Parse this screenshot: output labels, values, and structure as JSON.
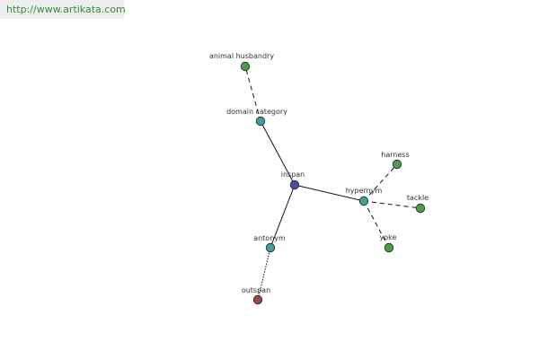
{
  "watermark": {
    "url_text": "http://www.artikata.com"
  },
  "graph": {
    "center": "inspan",
    "nodes": [
      {
        "id": "inspan",
        "label": "inspan",
        "kind": "center",
        "color": "#4a4f9a"
      },
      {
        "id": "domain",
        "label": "domain category",
        "kind": "relation",
        "color": "#3f9e9a"
      },
      {
        "id": "animal",
        "label": "animal husbandry",
        "kind": "term",
        "color": "#4f9a4a"
      },
      {
        "id": "hypernym",
        "label": "hypernym",
        "kind": "relation",
        "color": "#3f9e9a"
      },
      {
        "id": "harness",
        "label": "harness",
        "kind": "term",
        "color": "#4f9a4a"
      },
      {
        "id": "tackle",
        "label": "tackle",
        "kind": "term",
        "color": "#4f9a4a"
      },
      {
        "id": "yoke",
        "label": "yoke",
        "kind": "term",
        "color": "#4f9a4a"
      },
      {
        "id": "antonym",
        "label": "antonym",
        "kind": "relation",
        "color": "#3f9e9a"
      },
      {
        "id": "outspan",
        "label": "outspan",
        "kind": "term",
        "color": "#9a4a4a"
      }
    ],
    "edges": [
      {
        "from": "inspan",
        "to": "domain",
        "style": "solid"
      },
      {
        "from": "domain",
        "to": "animal",
        "style": "dashed"
      },
      {
        "from": "inspan",
        "to": "hypernym",
        "style": "solid"
      },
      {
        "from": "hypernym",
        "to": "harness",
        "style": "dashed"
      },
      {
        "from": "hypernym",
        "to": "tackle",
        "style": "dashed"
      },
      {
        "from": "hypernym",
        "to": "yoke",
        "style": "dashed"
      },
      {
        "from": "inspan",
        "to": "antonym",
        "style": "solid"
      },
      {
        "from": "antonym",
        "to": "outspan",
        "style": "dotted"
      }
    ]
  }
}
